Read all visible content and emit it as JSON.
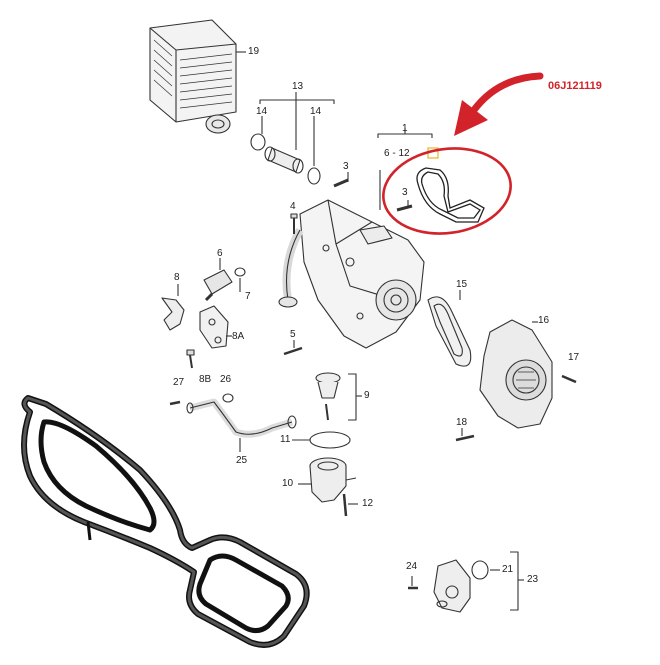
{
  "part_number": "06J121119",
  "accent_color": "#d2232a",
  "callouts": {
    "c1": "1",
    "c3a": "3",
    "c3b": "3",
    "c4": "4",
    "c5": "5",
    "c6": "6",
    "c6_12": "6 - 12",
    "c7": "7",
    "c8": "8",
    "c8a": "8A",
    "c8b": "8B",
    "c9": "9",
    "c10": "10",
    "c11": "11",
    "c12": "12",
    "c13": "13",
    "c14a": "14",
    "c14b": "14",
    "c15": "15",
    "c16": "16",
    "c17": "17",
    "c18": "18",
    "c19": "19",
    "c21": "21",
    "c23": "23",
    "c24": "24",
    "c25": "25",
    "c26": "26",
    "c27": "27"
  }
}
